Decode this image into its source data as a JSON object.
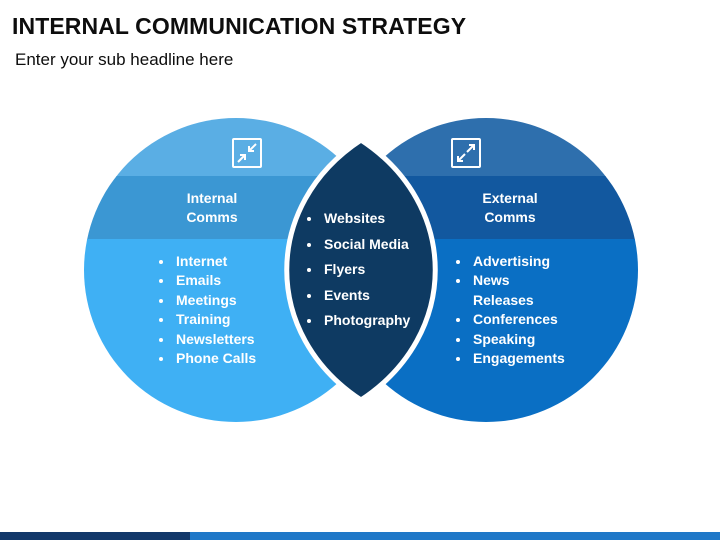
{
  "header": {
    "title": "INTERNAL COMMUNICATION STRATEGY",
    "subtitle": "Enter your sub headline here"
  },
  "left_circle": {
    "label_line1": "Internal",
    "label_line2": "Comms",
    "icon": "arrows-in-icon",
    "items": [
      "Internet",
      "Emails",
      "Meetings",
      "Training",
      "Newsletters",
      "Phone Calls"
    ]
  },
  "right_circle": {
    "label_line1": "External",
    "label_line2": "Comms",
    "icon": "arrows-out-icon",
    "items": [
      "Advertising",
      "News Releases",
      "Conferences",
      "Speaking",
      "Engagements"
    ],
    "items_display": [
      "Advertising",
      "News",
      "Releases",
      "Conferences",
      "Speaking",
      "Engagements"
    ]
  },
  "overlap": {
    "items": [
      "Websites",
      "Social Media",
      "Flyers",
      "Events",
      "Photography"
    ]
  },
  "colors": {
    "left_top": "#5aaee4",
    "left_band": "#3b97d3",
    "left_bottom": "#3fb0f4",
    "right_top": "#2e6fad",
    "right_band": "#12589f",
    "right_bottom": "#0a6fc4",
    "overlap": "#0e3a62",
    "footer_dark": "#12386a",
    "footer_light": "#1f78c8"
  }
}
